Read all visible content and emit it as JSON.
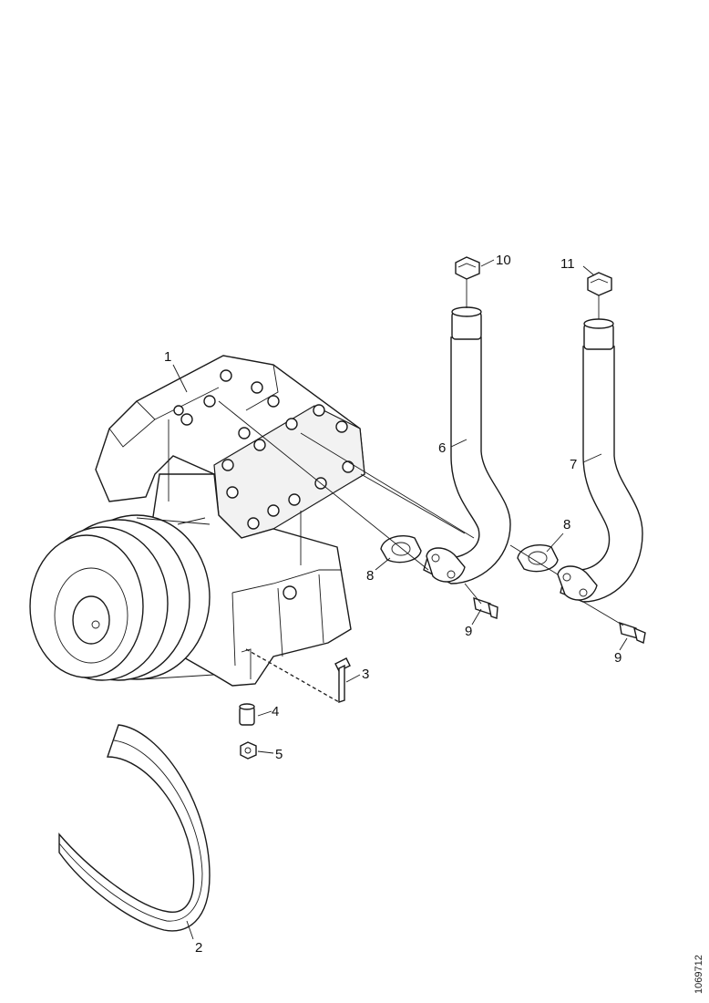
{
  "callouts": {
    "c1": "1",
    "c2": "2",
    "c3": "3",
    "c4": "4",
    "c5": "5",
    "c6": "6",
    "c7": "7",
    "c8a": "8",
    "c8b": "8",
    "c9a": "9",
    "c9b": "9",
    "c10": "10",
    "c11": "11"
  },
  "figure_ref": "1069712"
}
